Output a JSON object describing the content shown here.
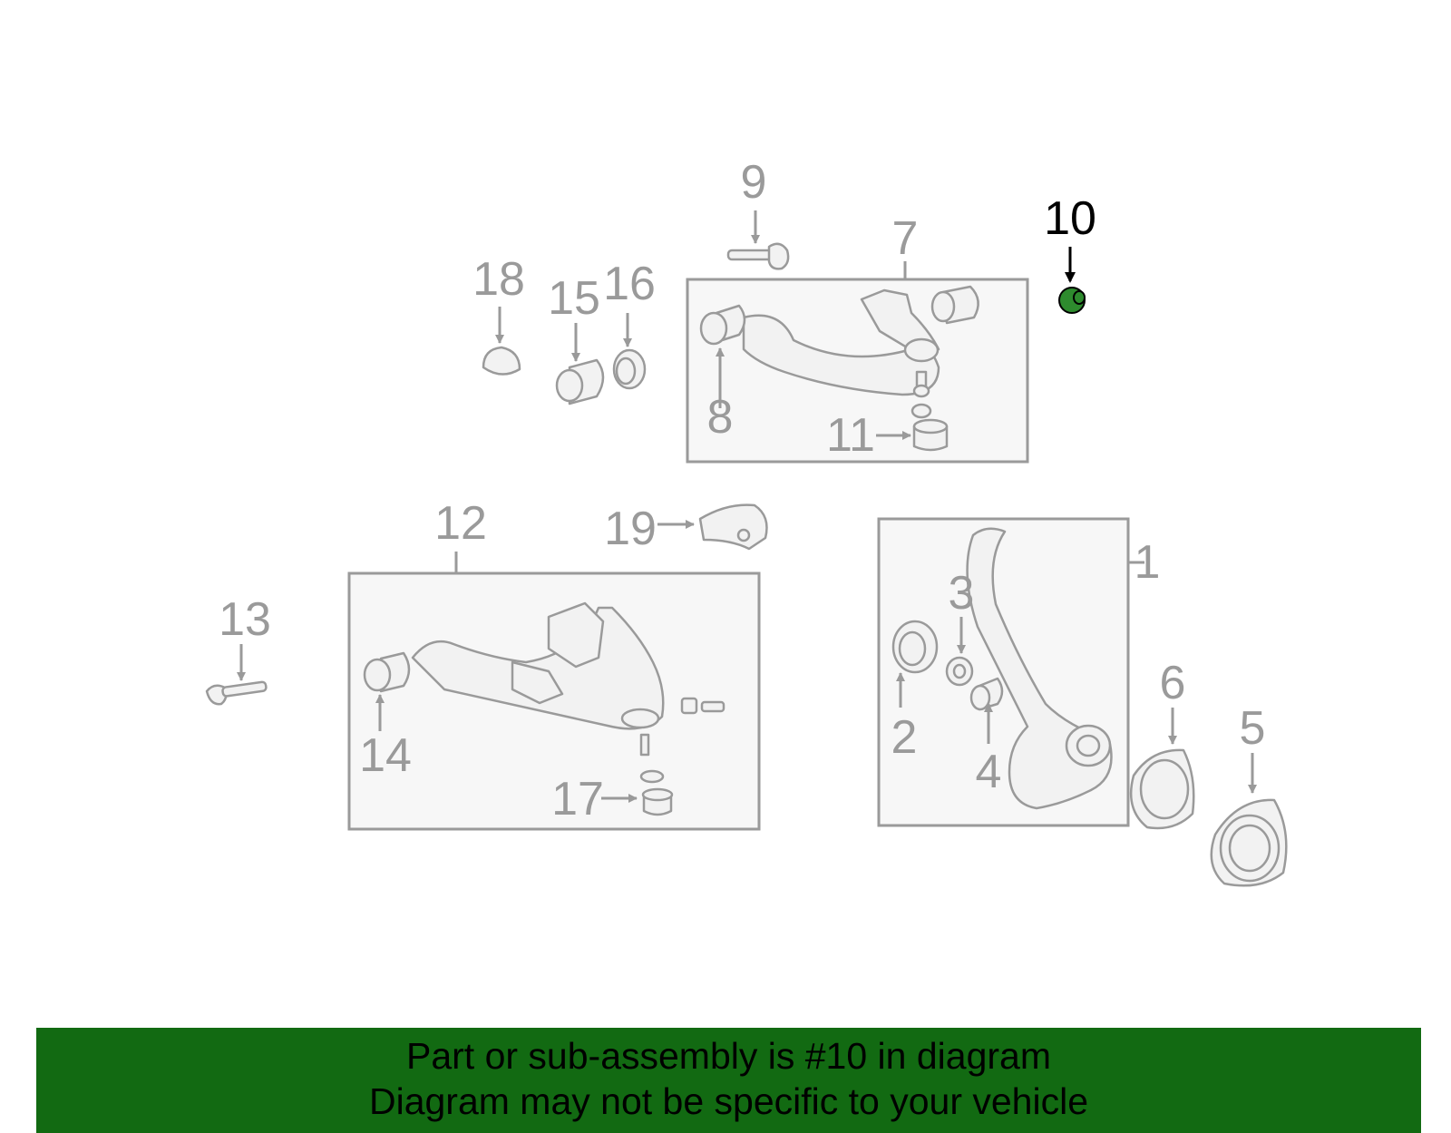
{
  "callouts": {
    "c1": "1",
    "c2": "2",
    "c3": "3",
    "c4": "4",
    "c5": "5",
    "c6": "6",
    "c7": "7",
    "c8": "8",
    "c9": "9",
    "c10": "10",
    "c11": "11",
    "c12": "12",
    "c13": "13",
    "c14": "14",
    "c15": "15",
    "c16": "16",
    "c17": "17",
    "c18": "18",
    "c19": "19"
  },
  "highlight": {
    "part": "10",
    "color": "#2e8b2e"
  },
  "banner": {
    "line1": "Part or sub-assembly is #10 in diagram",
    "line2": "Diagram may not be specific to your vehicle",
    "background": "#126a12"
  }
}
